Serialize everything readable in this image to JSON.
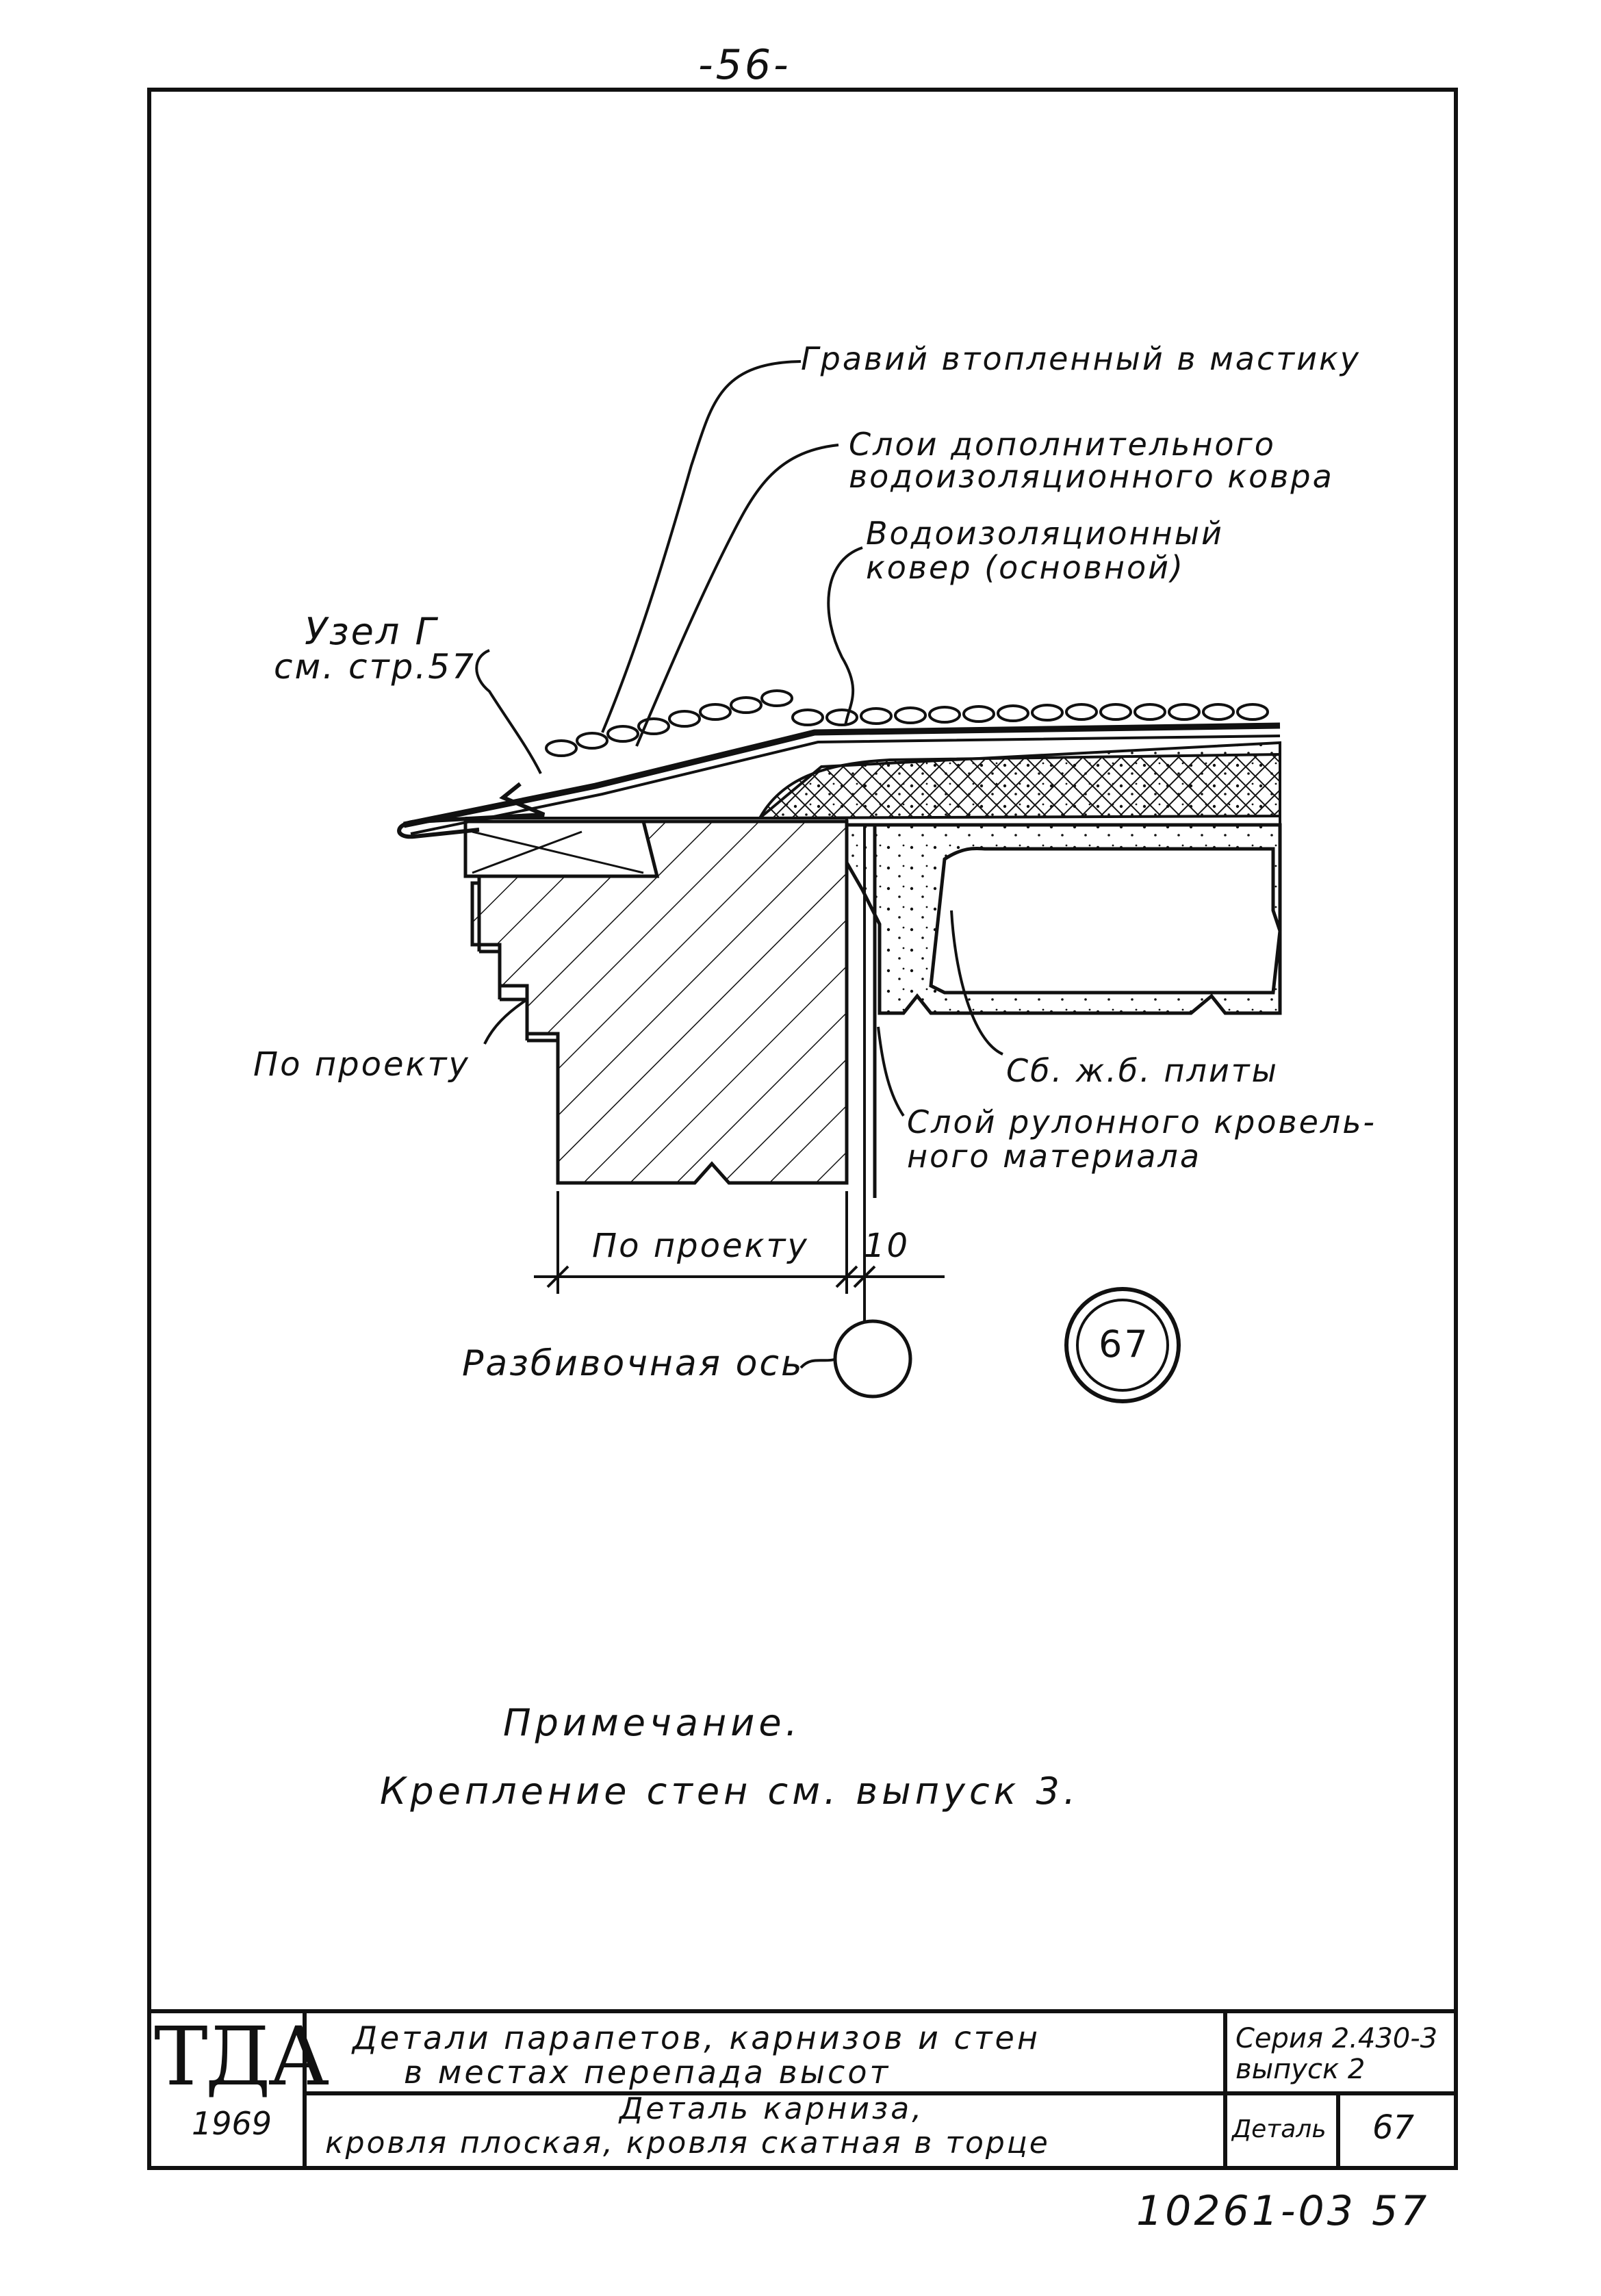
{
  "page_number": "-56-",
  "labels": {
    "gravel": "Гравий втопленный в мастику",
    "extra_layer_1": "Слои дополнительного",
    "extra_layer_2": "водоизоляционного ковра",
    "main_carpet_1": "Водоизоляционный",
    "main_carpet_2": "ковер (основной)",
    "node_ref_1": "Узел Г",
    "node_ref_2": "см. стр.57",
    "by_project_left": "По проекту",
    "slab": "Сб. ж.б. плиты",
    "roll_layer_1": "Слой рулонного кровель-",
    "roll_layer_2": "ного материала",
    "by_project_dim": "По проекту",
    "dim_10": "10",
    "axis": "Разбивочная ось",
    "detail_mark": "67"
  },
  "note": {
    "title": "Примечание.",
    "body": "Крепление стен см. выпуск 3."
  },
  "title_block": {
    "logo": "ТДА",
    "year": "1969",
    "main_title_1": "Детали парапетов, карнизов и стен",
    "main_title_2": "в местах перепада высот",
    "sub_title_1": "Деталь карниза,",
    "sub_title_2": "кровля плоская, кровля скатная в торце",
    "series_1": "Серия 2.430-3",
    "series_2": "выпуск 2",
    "detail_label": "Деталь",
    "detail_number": "67"
  },
  "archive_number": "10261-03 57"
}
